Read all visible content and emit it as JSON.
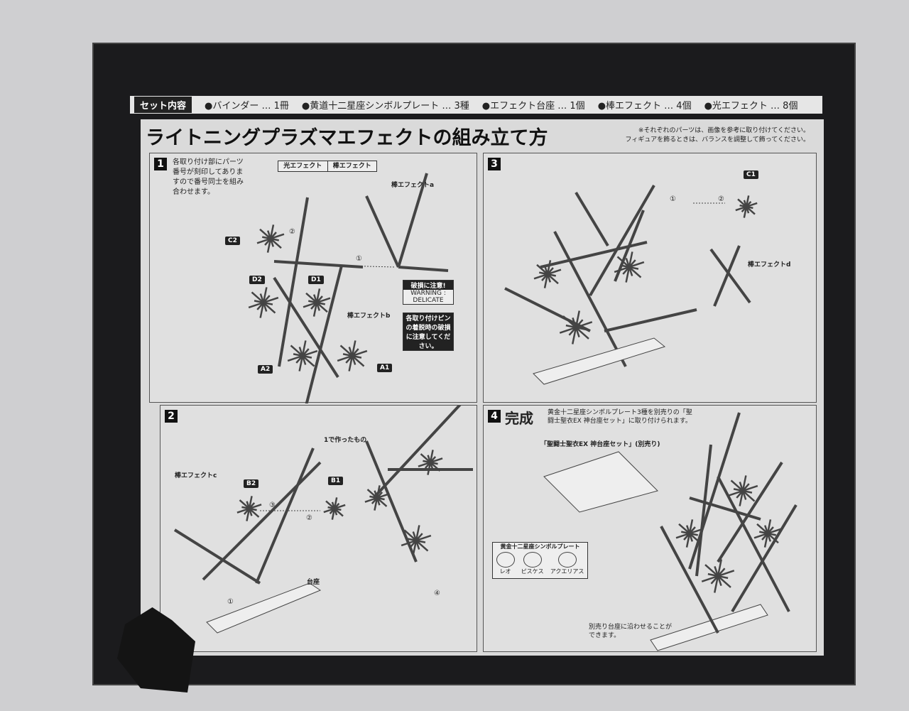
{
  "set_contents": {
    "label": "セット内容",
    "items": [
      "●バインダー … 1冊",
      "●黄道十二星座シンボルプレート … 3種",
      "●エフェクト台座 … 1個",
      "●棒エフェクト … 4個",
      "●光エフェクト … 8個"
    ]
  },
  "title": "ライトニングプラズマエフェクトの組み立て方",
  "note": [
    "※それぞれのパーツは、画像を参考に取り付けてください。",
    "フィギュアを飾るときは、バランスを調整して飾ってください。"
  ],
  "step1": {
    "num": "1",
    "text": "各取り付け部にパーツ番号が刻印してありますので番号同士を組み合わせます。",
    "inset": [
      "光エフェクト",
      "棒エフェクト"
    ],
    "labels": [
      "C2",
      "D2",
      "D1",
      "A2",
      "A1"
    ],
    "rod_a": "棒エフェクトa",
    "rod_b": "棒エフェクトb",
    "warning_title": "破損に注意!",
    "warning": "WARNING : DELICATE",
    "pin_note": "各取り付けピンの着脱時の破損に注意してください。",
    "marks": [
      "①",
      "②"
    ]
  },
  "step2": {
    "num": "2",
    "rod_c": "棒エフェクトc",
    "labels": [
      "B2",
      "B1"
    ],
    "made": "1で作ったもの",
    "base": "台座",
    "marks": [
      "③",
      "②",
      "①",
      "④"
    ]
  },
  "step3": {
    "num": "3",
    "labels": [
      "C1"
    ],
    "rod_d": "棒エフェクトd",
    "marks": [
      "①",
      "②"
    ]
  },
  "step4": {
    "num": "4",
    "heading": "完成",
    "text": "黄金十二星座シンボルプレート3種を別売りの「聖闘士聖衣EX 神台座セット」に取り付けられます。",
    "base_name": "「聖闘士聖衣EX 神台座セット」(別売り)",
    "plate_title": "黄金十二星座シンボルプレート",
    "plates": [
      "レオ",
      "ピスケス",
      "アクエリアス"
    ],
    "bottom_note": "別売り台座に沿わせることができます。"
  }
}
